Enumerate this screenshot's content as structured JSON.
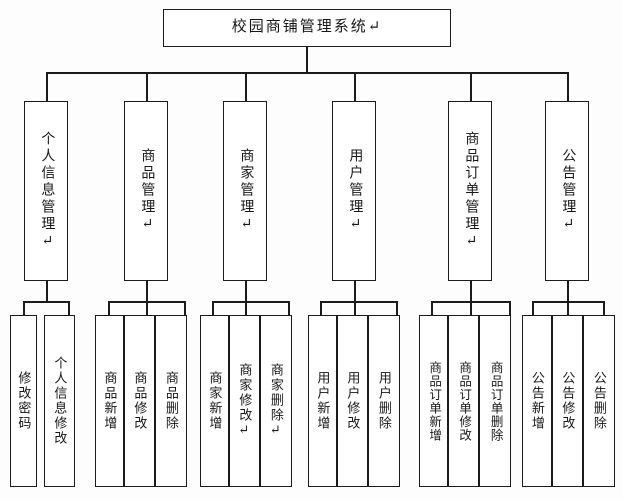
{
  "diagram": {
    "type": "tree",
    "title": "校园商铺管理系统↵",
    "root": {
      "label": "校园商铺管理系统↵",
      "name": "root-node"
    },
    "branches": [
      {
        "label": "个人信息管理↵",
        "name": "branch-personal-info-management",
        "leaves": [
          {
            "label": "修改密码",
            "name": "leaf-change-password"
          },
          {
            "label": "个人信息修改",
            "name": "leaf-edit-personal-info"
          }
        ]
      },
      {
        "label": "商品管理↵",
        "name": "branch-product-management",
        "leaves": [
          {
            "label": "商品新增",
            "name": "leaf-product-add"
          },
          {
            "label": "商品修改",
            "name": "leaf-product-edit"
          },
          {
            "label": "商品删除",
            "name": "leaf-product-delete"
          }
        ]
      },
      {
        "label": "商家管理↵",
        "name": "branch-merchant-management",
        "leaves": [
          {
            "label": "商家新增",
            "name": "leaf-merchant-add"
          },
          {
            "label": "商家修改↵",
            "name": "leaf-merchant-edit"
          },
          {
            "label": "商家删除↵",
            "name": "leaf-merchant-delete"
          }
        ]
      },
      {
        "label": "用户管理↵",
        "name": "branch-user-management",
        "leaves": [
          {
            "label": "用户新增",
            "name": "leaf-user-add"
          },
          {
            "label": "用户修改",
            "name": "leaf-user-edit"
          },
          {
            "label": "用户删除",
            "name": "leaf-user-delete"
          }
        ]
      },
      {
        "label": "商品订单管理↵",
        "name": "branch-product-order-management",
        "leaves": [
          {
            "label": "商品订单新增",
            "name": "leaf-order-add"
          },
          {
            "label": "商品订单修改",
            "name": "leaf-order-edit"
          },
          {
            "label": "商品订单删除",
            "name": "leaf-order-delete"
          }
        ]
      },
      {
        "label": "公告管理↵",
        "name": "branch-announcement-management",
        "leaves": [
          {
            "label": "公告新增",
            "name": "leaf-announcement-add"
          },
          {
            "label": "公告修改",
            "name": "leaf-announcement-edit"
          },
          {
            "label": "公告删除",
            "name": "leaf-announcement-delete"
          }
        ]
      }
    ],
    "colors": {
      "background": "#fdfdfd",
      "box_fill": "#ffffff",
      "stroke": "#1b1b1b",
      "text": "#171717"
    }
  }
}
